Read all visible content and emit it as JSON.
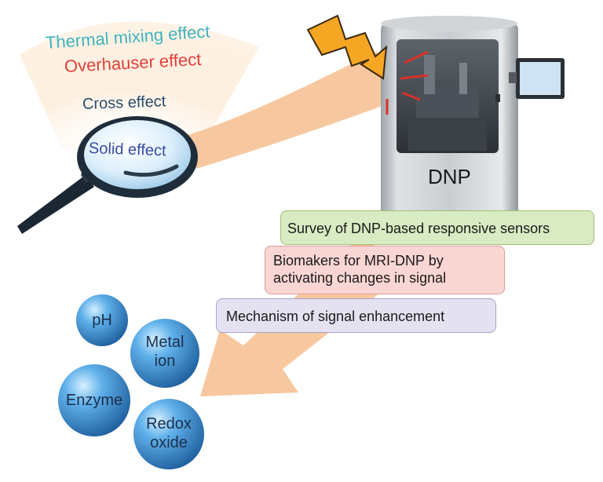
{
  "effects": {
    "thermal_mixing": {
      "label": "Thermal mixing effect",
      "color": "#3fb3bf"
    },
    "overhauser": {
      "label": "Overhauser effect",
      "color": "#e0403a"
    },
    "cross": {
      "label": "Cross effect",
      "color": "#2b4d6c"
    },
    "solid": {
      "label": "Solid effect",
      "color": "#3a4ea3"
    }
  },
  "device": {
    "label": "DNP"
  },
  "boxes": {
    "survey": "Survey of DNP-based responsive sensors",
    "biomakers_line1": "Biomakers for MRI-DNP by",
    "biomakers_line2": "activating changes in signal",
    "mechanism": "Mechanism of signal enhancement"
  },
  "targets": {
    "ph": "pH",
    "metal_line1": "Metal",
    "metal_line2": "ion",
    "enzyme": "Enzyme",
    "redox_line1": "Redox",
    "redox_line2": "oxide"
  },
  "colors": {
    "arrow": "#f7c8a0",
    "lightning": "#f5a623",
    "sphere": "#3a8fcf",
    "magnifier_handle": "#1b2733"
  }
}
